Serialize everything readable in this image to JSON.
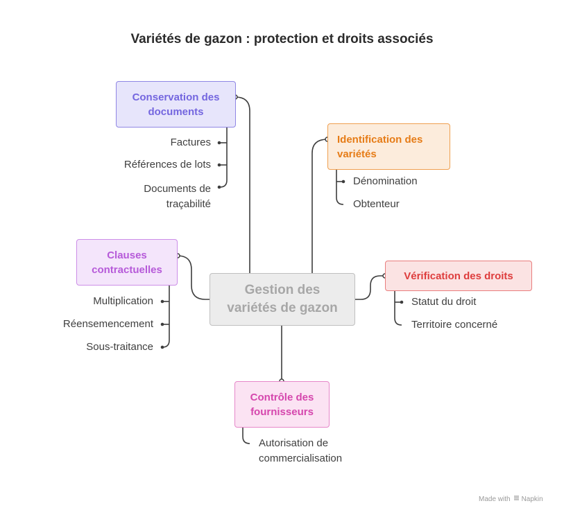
{
  "title": "Variétés de gazon : protection et droits associés",
  "center": {
    "line1": "Gestion des",
    "line2": "variétés de gazon"
  },
  "branches": {
    "conservation": {
      "line1": "Conservation des",
      "line2": "documents",
      "items": [
        "Factures",
        "Références de lots",
        "Documents de",
        "traçabilité"
      ]
    },
    "identification": {
      "line1": "Identification des",
      "line2": "variétés",
      "items": [
        "Dénomination",
        "Obtenteur"
      ]
    },
    "clauses": {
      "line1": "Clauses",
      "line2": "contractuelles",
      "items": [
        "Multiplication",
        "Réensemencement",
        "Sous-traitance"
      ]
    },
    "verification": {
      "label": "Vérification des droits",
      "items": [
        "Statut du droit",
        "Territoire concerné"
      ]
    },
    "controle": {
      "line1": "Contrôle des",
      "line2": "fournisseurs",
      "items": [
        "Autorisation de",
        "commercialisation"
      ]
    }
  },
  "footer": {
    "made_with": "Made with",
    "brand": "Napkin",
    "logo_icon": "napkin-logo-icon"
  },
  "colors": {
    "conservation": "#7466df",
    "identification": "#e67c17",
    "clauses": "#b65ad9",
    "verification": "#de3d3d",
    "controle": "#d546ad",
    "center": "#a7a7a7",
    "connector": "#3d3d3d"
  }
}
